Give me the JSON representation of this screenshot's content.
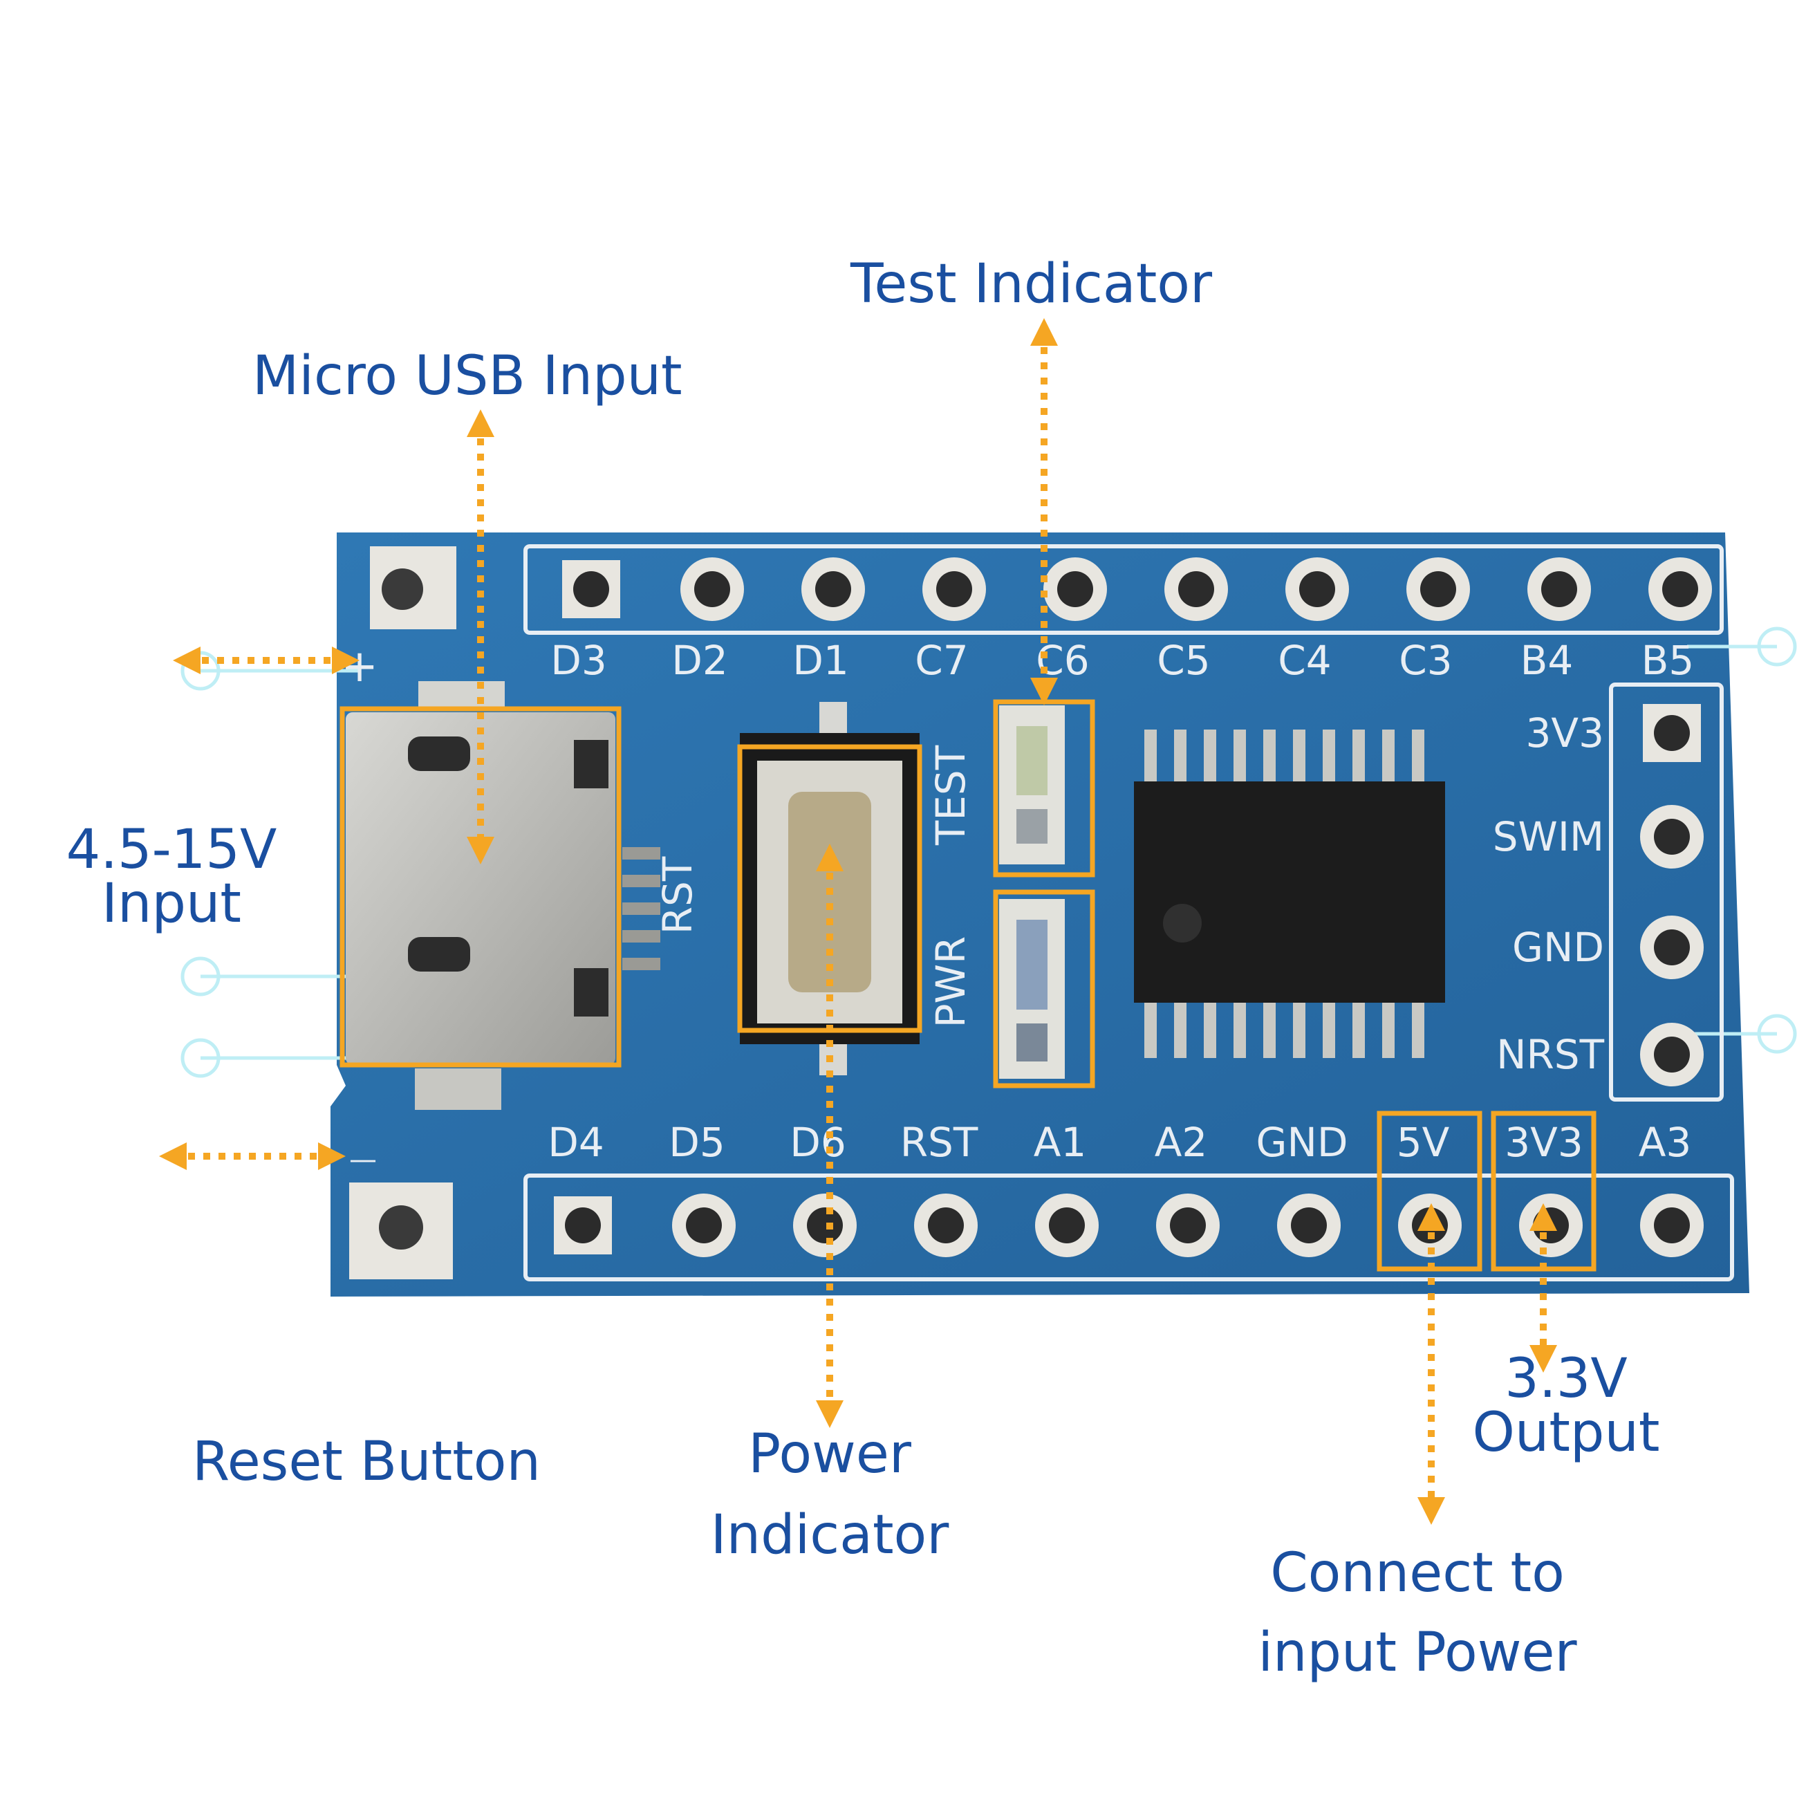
{
  "callouts": {
    "test_indicator": "Test Indicator",
    "micro_usb": "Micro USB Input",
    "input_voltage": [
      "4.5-15V",
      "Input"
    ],
    "reset_button": "Reset Button",
    "power_indicator": [
      "Power",
      "Indicator"
    ],
    "output_3v3": [
      "3.3V",
      "Output"
    ],
    "connect_power": [
      "Connect to",
      "input Power"
    ]
  },
  "board": {
    "top_pins": [
      "D3",
      "D2",
      "D1",
      "C7",
      "C6",
      "C5",
      "C4",
      "C3",
      "B4",
      "B5"
    ],
    "bottom_pins": [
      "D4",
      "D5",
      "D6",
      "RST",
      "A1",
      "A2",
      "GND",
      "5V",
      "3V3",
      "A3"
    ],
    "side_pins": [
      "3V3",
      "SWIM",
      "GND",
      "NRST"
    ],
    "silk_rst": "RST",
    "silk_test": "TEST",
    "silk_pwr": "PWR",
    "silk_plus": "+",
    "silk_minus": "—"
  },
  "colors": {
    "label_text": "#1a4fa0",
    "highlight": "#f5a623",
    "pcb": "#2a6fa8",
    "silkscreen": "#e8eef4"
  }
}
